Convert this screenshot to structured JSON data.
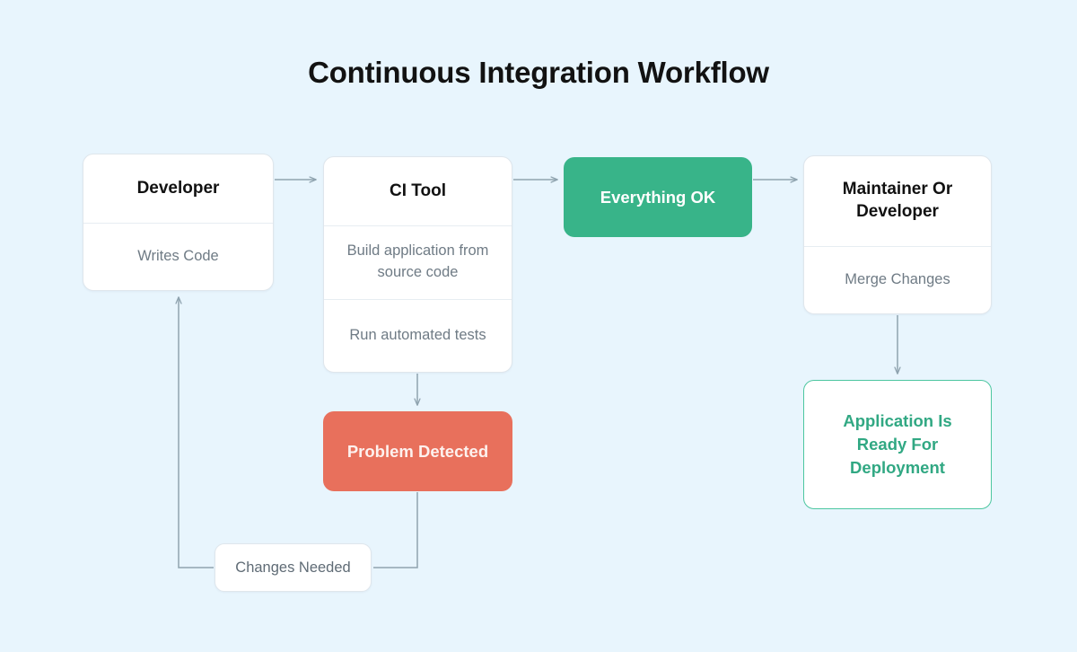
{
  "page": {
    "title": "Continuous Integration Workflow",
    "background_color": "#e8f5fd"
  },
  "colors": {
    "success": "#38b489",
    "danger": "#e8705c",
    "success_outline": "#4cc6a0",
    "success_text": "#31a883",
    "connector": "#8fa3af",
    "card_border": "#dfe6ec",
    "muted_text": "#6f7b85",
    "heading_text": "#111111"
  },
  "nodes": {
    "developer": {
      "title": "Developer",
      "rows": [
        "Writes Code"
      ]
    },
    "ci_tool": {
      "title": "CI Tool",
      "rows": [
        "Build application from source code",
        "Run automated tests"
      ]
    },
    "everything_ok": {
      "label": "Everything OK"
    },
    "maintainer": {
      "title": "Maintainer Or Developer",
      "rows": [
        "Merge Changes"
      ]
    },
    "problem_detected": {
      "label": "Problem Detected"
    },
    "deployment": {
      "label": "Application Is Ready For Deployment"
    },
    "changes_needed": {
      "label": "Changes Needed"
    }
  },
  "connectors": [
    {
      "name": "developer-to-ci-tool",
      "from": "developer",
      "to": "ci_tool",
      "direction": "right"
    },
    {
      "name": "ci-tool-to-everything-ok",
      "from": "ci_tool",
      "to": "everything_ok",
      "direction": "right"
    },
    {
      "name": "everything-ok-to-maintainer",
      "from": "everything_ok",
      "to": "maintainer",
      "direction": "right"
    },
    {
      "name": "ci-tool-to-problem",
      "from": "ci_tool",
      "to": "problem_detected",
      "direction": "down"
    },
    {
      "name": "maintainer-to-deployment",
      "from": "maintainer",
      "to": "deployment",
      "direction": "down"
    },
    {
      "name": "problem-to-changes-needed",
      "from": "problem_detected",
      "to": "changes_needed",
      "direction": "down-left"
    },
    {
      "name": "changes-needed-to-developer",
      "from": "changes_needed",
      "to": "developer",
      "direction": "left-up"
    }
  ]
}
